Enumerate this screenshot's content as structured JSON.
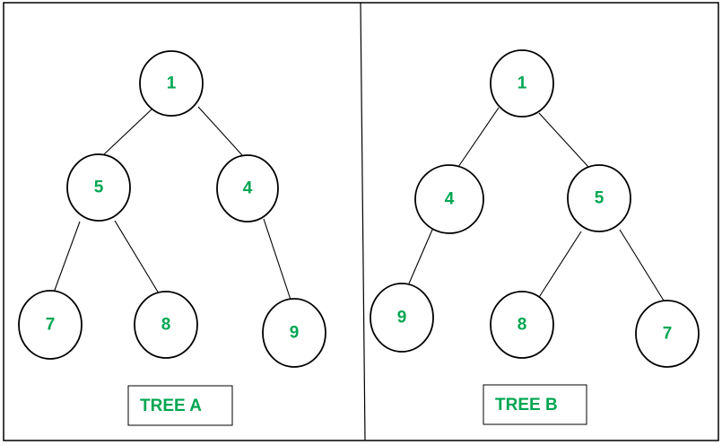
{
  "colors": {
    "label_text": "#00a651",
    "stroke": "#000000",
    "background": "#ffffff"
  },
  "tree_a": {
    "caption": "TREE A",
    "nodes": [
      {
        "id": "a1",
        "value": "1"
      },
      {
        "id": "a5",
        "value": "5"
      },
      {
        "id": "a4",
        "value": "4"
      },
      {
        "id": "a7",
        "value": "7"
      },
      {
        "id": "a8",
        "value": "8"
      },
      {
        "id": "a9",
        "value": "9"
      }
    ],
    "edges": [
      [
        "a1",
        "a5"
      ],
      [
        "a1",
        "a4"
      ],
      [
        "a5",
        "a7"
      ],
      [
        "a5",
        "a8"
      ],
      [
        "a4",
        "a9"
      ]
    ]
  },
  "tree_b": {
    "caption": "TREE B",
    "nodes": [
      {
        "id": "b1",
        "value": "1"
      },
      {
        "id": "b4",
        "value": "4"
      },
      {
        "id": "b5",
        "value": "5"
      },
      {
        "id": "b9",
        "value": "9"
      },
      {
        "id": "b8",
        "value": "8"
      },
      {
        "id": "b7",
        "value": "7"
      }
    ],
    "edges": [
      [
        "b1",
        "b4"
      ],
      [
        "b1",
        "b5"
      ],
      [
        "b4",
        "b9"
      ],
      [
        "b5",
        "b8"
      ],
      [
        "b5",
        "b7"
      ]
    ]
  }
}
